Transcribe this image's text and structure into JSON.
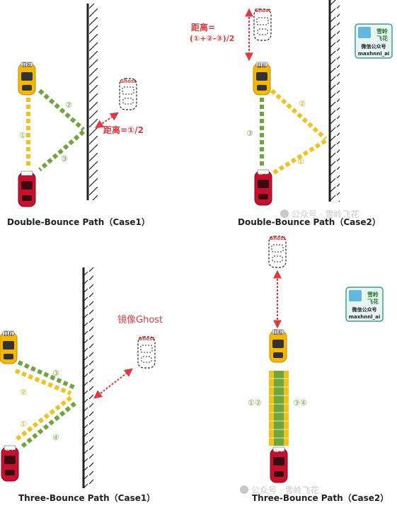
{
  "panels": {
    "p1": {
      "caption": "Double-Bounce Path（Case1）",
      "target": "目标",
      "ego": "自车",
      "ghost": "Ghost",
      "formula": "距离=①/2",
      "paths": [
        "①",
        "②",
        "③"
      ]
    },
    "p2": {
      "caption": "Double-Bounce Path（Case2）",
      "target": "目标",
      "ego": "自车",
      "ghost": "Ghost",
      "formula_line1": "距离=",
      "formula_line2": "(①+②-③)/2",
      "paths": [
        "①",
        "②",
        "③"
      ]
    },
    "p3": {
      "caption": "Three-Bounce Path（Case1）",
      "target": "目标",
      "ego": "自车",
      "ghost": "Ghost",
      "mirror_label": "镜像Ghost",
      "paths": [
        "①",
        "②",
        "③",
        "④"
      ]
    },
    "p4": {
      "caption": "Three-Bounce Path（Case2）",
      "target": "目标",
      "ego": "自车",
      "ghost": "Ghost",
      "paths_left": "①②",
      "paths_right": "③④"
    }
  },
  "watermark": {
    "badge_line1": "雪岭",
    "badge_line2": "飞花",
    "badge_line3": "微信公众号",
    "badge_line4": "maxhnnl_ai",
    "wechat_text": "公众号 · 雪岭飞花"
  },
  "colors": {
    "yellow": "#f2c21b",
    "green": "#6fa63b",
    "red": "#e03a3e",
    "car_yellow": "#f5b800",
    "car_red": "#c8102e",
    "text": "#222222"
  }
}
